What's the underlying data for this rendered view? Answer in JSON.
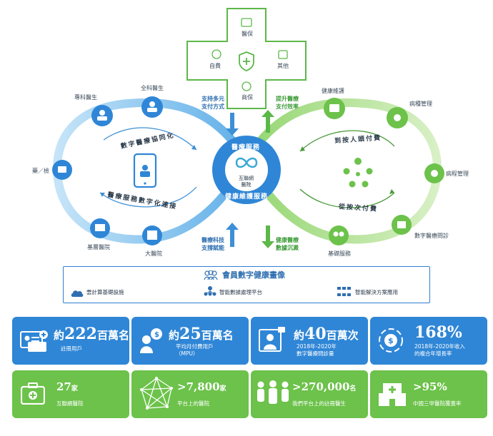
{
  "cross": {
    "top": "醫保",
    "left": "自費",
    "right": "其他",
    "bottom": "商保"
  },
  "flows": {
    "top_left": "支持多元\n支付方式",
    "top_right": "提升醫療\n支付效率",
    "bottom_left": "醫療科技\n支撐賦能",
    "bottom_right": "健康醫療\n數據沉澱"
  },
  "left_loop": {
    "nodes": [
      "專科醫生",
      "全科醫生",
      "藥／檢",
      "基層醫院",
      "大醫院"
    ],
    "inner_top": "數字醫療協同化",
    "inner_bottom": "醫療服務數字化連接"
  },
  "right_loop": {
    "nodes": [
      "健康維護",
      "病種管理",
      "病程管理",
      "數字醫療問診",
      "基礎服務"
    ],
    "inner_top": "到按人頭付費",
    "inner_bottom": "從按次付費"
  },
  "center": {
    "top_text": "醫療服務",
    "brand": "互聯網\n醫院",
    "bottom_text": "健康維護服務"
  },
  "member": {
    "title": "會員數字健康畫像",
    "items": [
      "雲計算基礎設施",
      "智能數據處理平台",
      "智能解決方案應用"
    ]
  },
  "stats": [
    {
      "prefix": "約",
      "value": "222",
      "unit": "百萬名",
      "label": "註冊用戶",
      "color": "blue"
    },
    {
      "prefix": "約",
      "value": "25",
      "unit": "百萬名",
      "label": "平均月付費用戶\n（MPU）",
      "color": "blue"
    },
    {
      "prefix": "約",
      "value": "40",
      "unit": "百萬次",
      "label": "2018年-2020年\n數字醫療問診量",
      "color": "blue"
    },
    {
      "prefix": "",
      "value": "168%",
      "unit": "",
      "label": "2018年-2020年收入\n的複合年增長率",
      "color": "blue"
    },
    {
      "prefix": "",
      "value": "27",
      "unit": "家",
      "label": "互聯網醫院",
      "color": "green"
    },
    {
      "prefix": "",
      "value": ">7,800",
      "unit": "家",
      "label": "平台上的醫院",
      "color": "green"
    },
    {
      "prefix": "",
      "value": ">270,000",
      "unit": "名",
      "label": "我們平台上的註冊醫生",
      "color": "green"
    },
    {
      "prefix": "",
      "value": ">95%",
      "unit": "",
      "label": "中國三甲醫院覆蓋率",
      "color": "green"
    }
  ],
  "colors": {
    "blue": "#2f86d6",
    "light_blue": "#7fc0ee",
    "green": "#6cc24a",
    "light_green": "#b7e19a"
  }
}
